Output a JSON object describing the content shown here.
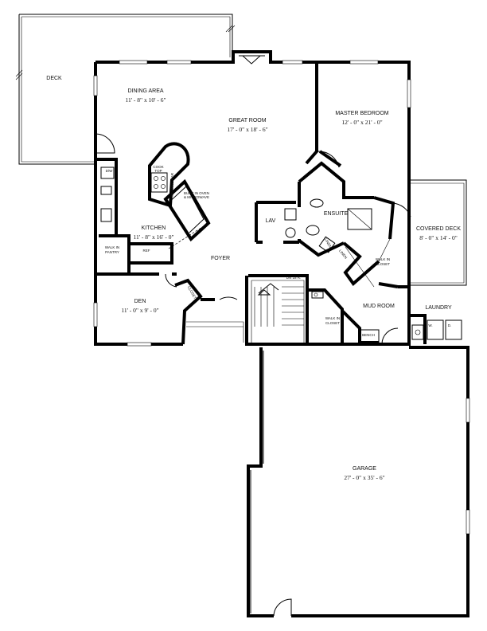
{
  "rooms": {
    "deck": {
      "name": "DECK"
    },
    "dining": {
      "name": "DINING AREA",
      "size": "11' - 8\" x 10' - 6\""
    },
    "great_room": {
      "name": "GREAT ROOM",
      "size": "17' - 0\" x 18' - 6\""
    },
    "master_bedroom": {
      "name": "MASTER BEDROOM",
      "size": "12' - 0\" x 21' - 0\""
    },
    "kitchen": {
      "name": "KITCHEN",
      "size": "11' - 8\" x 16' - 0\""
    },
    "ensuite": {
      "name": "ENSUITE"
    },
    "lav": {
      "name": "LAV"
    },
    "covered_deck": {
      "name": "COVERED DECK",
      "size": "8' - 0\" x 14' - 0\""
    },
    "foyer": {
      "name": "FOYER"
    },
    "den": {
      "name": "DEN",
      "size": "11' - 0\" x 9' - 0\""
    },
    "mud_room": {
      "name": "MUD ROOM"
    },
    "laundry": {
      "name": "LAUNDRY"
    },
    "garage": {
      "name": "GARAGE",
      "size": "27' - 0\" x 35' - 6\""
    }
  },
  "fixtures": {
    "walk_in_pantry_1": "WALK IN",
    "walk_in_pantry_2": "PANTRY",
    "ref": "REF",
    "cook_top_1": "COOK",
    "cook_top_2": "TOP",
    "seating_bar": "SEATING BAR",
    "built_in_oven_1": "BUILT IN OVEN",
    "built_in_oven_2": "& MICROWAVE",
    "dw": "D/W",
    "linen_1": "LINEN",
    "linen_2": "LINEN",
    "walk_in_closet_1_a": "WALK IN",
    "walk_in_closet_1_b": "CLOSET",
    "walk_in_closet_2_a": "WALK IN",
    "walk_in_closet_2_b": "CLOSET",
    "closet": "CLOSET",
    "dn": "DN 18 R.",
    "bench": "BENCH",
    "washer": "W.",
    "dryer": "D."
  }
}
